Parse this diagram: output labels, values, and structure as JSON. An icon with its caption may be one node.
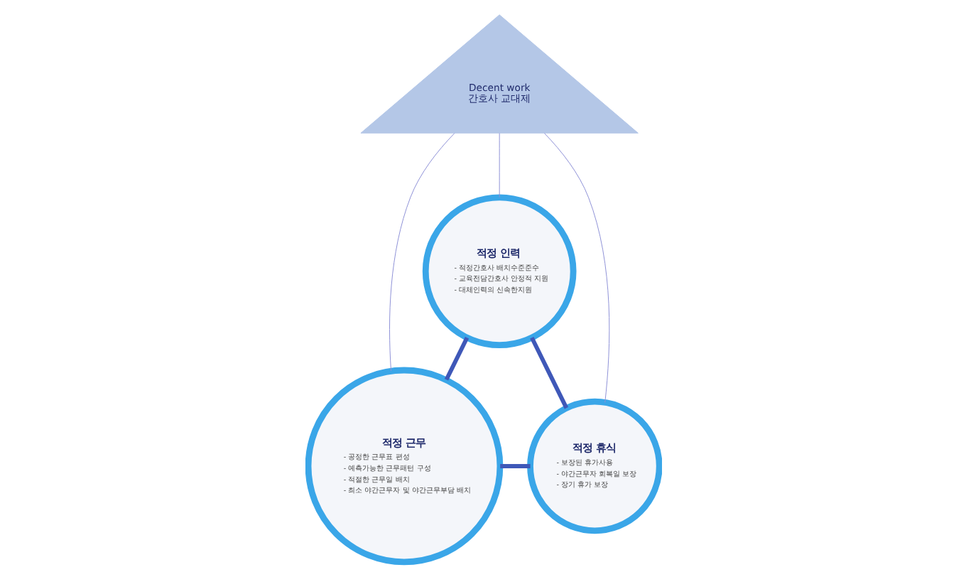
{
  "diagram": {
    "nodes": [
      {
        "text": [
          "적정 인력",
          "- 적정간호사 배치수준준수",
          "- 교육전담간호사 안정적 지원",
          "- 대체인력의 신속한지원"
        ]
      },
      {
        "text": [
          "적정 근무",
          "- 공정한 근무표 편성",
          "- 예측가능한 근무패턴 구성",
          "- 적절한 근무일 배치",
          "- 최소 야간근무자 및 야간근무부담 배치"
        ]
      },
      {
        "text": [
          "Decent work",
          "간호사 교대제"
        ]
      },
      {
        "text": [
          "적정 휴식",
          "- 보장된 휴가사용",
          "- 야간근무자 회복일 보장",
          "- 장기 휴가 보장"
        ]
      }
    ],
    "edges": [
      {
        "from": 0,
        "to": 1,
        "arrow": "none",
        "style": "thick"
      },
      {
        "from": 0,
        "to": 3,
        "arrow": "none",
        "style": "thick"
      },
      {
        "from": 1,
        "to": 3,
        "arrow": "none",
        "style": "thick"
      },
      {
        "from": 2,
        "to": 0,
        "arrow": "none"
      },
      {
        "from": 2,
        "to": 1,
        "arrow": "none"
      },
      {
        "from": 2,
        "to": 3,
        "arrow": "none"
      }
    ]
  }
}
